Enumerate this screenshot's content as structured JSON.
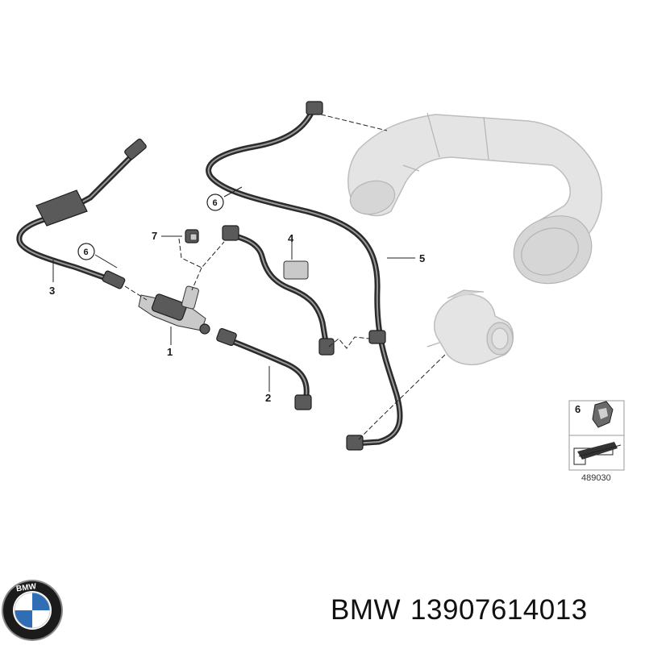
{
  "callouts": {
    "c1": "1",
    "c2": "2",
    "c3": "3",
    "c4": "4",
    "c5": "5",
    "c6a": "6",
    "c6b": "6",
    "c7": "7"
  },
  "legend": {
    "number": "6",
    "code": "489030"
  },
  "caption": {
    "brand": "BMW",
    "part_number": "13907614013"
  },
  "logo": {
    "text": "BMW",
    "colors": {
      "ring": "#1b1b1b",
      "blue": "#2f6db5",
      "white": "#ffffff",
      "rim": "#8a8a8a"
    }
  }
}
